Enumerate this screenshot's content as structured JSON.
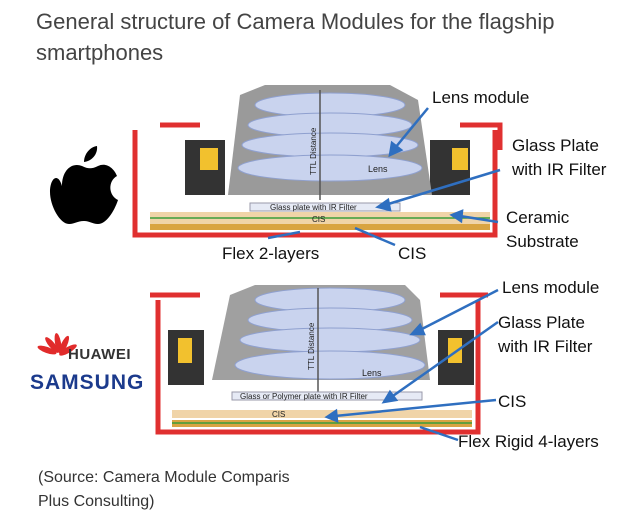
{
  "title": "General structure of Camera Modules for the flagship smartphones",
  "top_module": {
    "lens_module": "Lens module",
    "glass_plate": "Glass Plate\nwith IR Filter",
    "ceramic_substrate": "Ceramic\nSubstrate",
    "flex": "Flex 2-layers",
    "cis": "CIS",
    "inner_lens": "Lens",
    "inner_ttl": "TTL Distance",
    "inner_glass": "Glass plate with IR Filter",
    "inner_cis": "CIS"
  },
  "bottom_module": {
    "lens_module": "Lens module",
    "glass_plate": "Glass Plate\nwith IR Filter",
    "cis": "CIS",
    "flex": "Flex Rigid 4-layers",
    "inner_lens": "Lens",
    "inner_ttl": "TTL Distance",
    "inner_glass": "Glass or Polymer plate with IR Filter",
    "inner_cis": "CIS"
  },
  "brands": {
    "huawei": "HUAWEI",
    "samsung": "SAMSUNG"
  },
  "source": "(Source:  Camera Module Comparis\nPlus Consulting)",
  "colors": {
    "housing": "#e03030",
    "arrow": "#2f6fc0",
    "lens": "#c9d3ee",
    "barrel": "#8a8a8a",
    "flex": "#d9a441"
  }
}
